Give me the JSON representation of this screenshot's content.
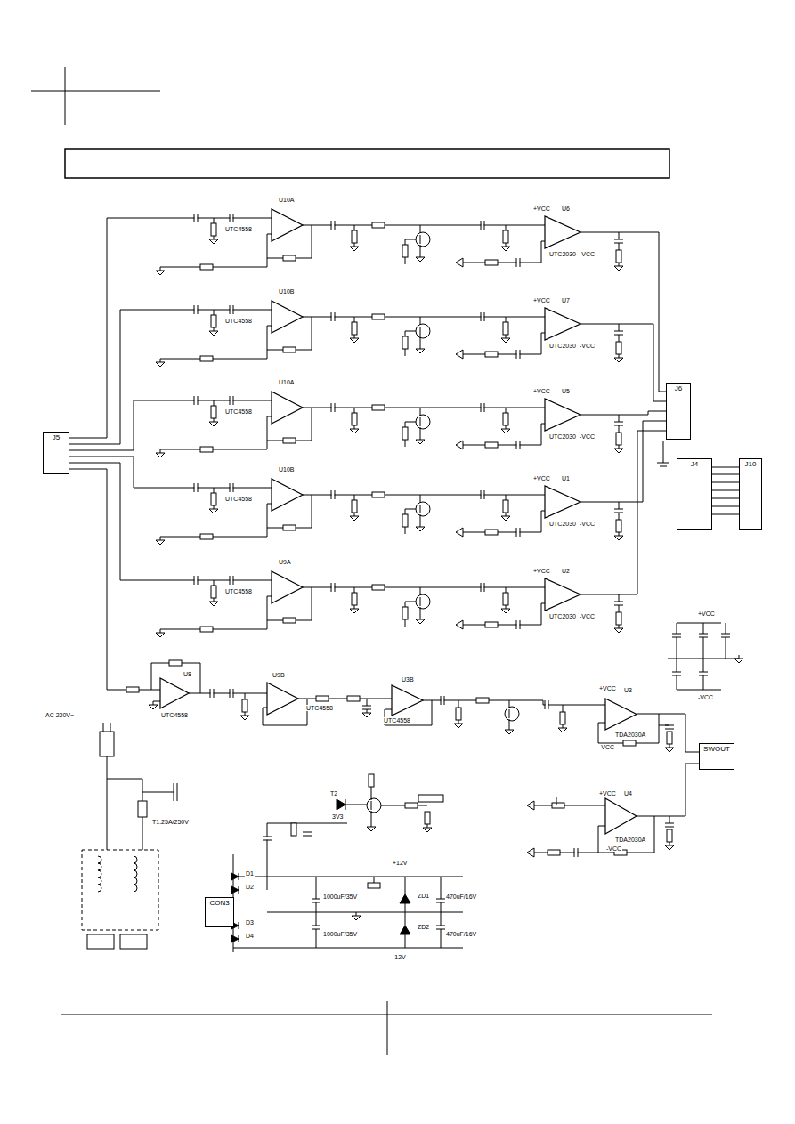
{
  "diagram": {
    "nodes": [
      {
        "text": [
          "J5"
        ]
      },
      {
        "text": [
          "J6"
        ]
      },
      {
        "text": [
          "J4"
        ]
      },
      {
        "text": [
          "J10"
        ]
      },
      {
        "text": [
          "SWOUT"
        ]
      },
      {
        "text": [
          "CON3"
        ]
      }
    ],
    "edges": [
      {
        "from": 2,
        "to": 3,
        "arrow": "none"
      }
    ],
    "labels": [
      "U10A",
      "UTC4558",
      "U6",
      "UTC2030",
      "+VCC",
      "-VCC",
      "U10B",
      "UTC4558",
      "U7",
      "UTC2030",
      "+VCC",
      "-VCC",
      "U10A",
      "UTC4558",
      "U5",
      "UTC2030",
      "+VCC",
      "-VCC",
      "U10B",
      "UTC4558",
      "U1",
      "UTC2030",
      "+VCC",
      "-VCC",
      "U9A",
      "UTC4558",
      "U2",
      "UTC2030",
      "+VCC",
      "-VCC",
      "U8",
      "UTC4558",
      "U9B",
      "UTC4558",
      "U3B",
      "UTC4558",
      "U3",
      "TDA2030A",
      "U4",
      "TDA2030A",
      "+VCC",
      "-VCC",
      "+VCC",
      "-VCC",
      "+VCC",
      "-VCC",
      "ZD1",
      "ZD2",
      "+12V",
      "-12V",
      "T2",
      "D1",
      "D2",
      "D3",
      "D4",
      "1000uF/35V",
      "1000uF/35V",
      "470uF/16V",
      "470uF/16V",
      "AC 220V~",
      "T1.25A/250V",
      "3V3"
    ]
  }
}
